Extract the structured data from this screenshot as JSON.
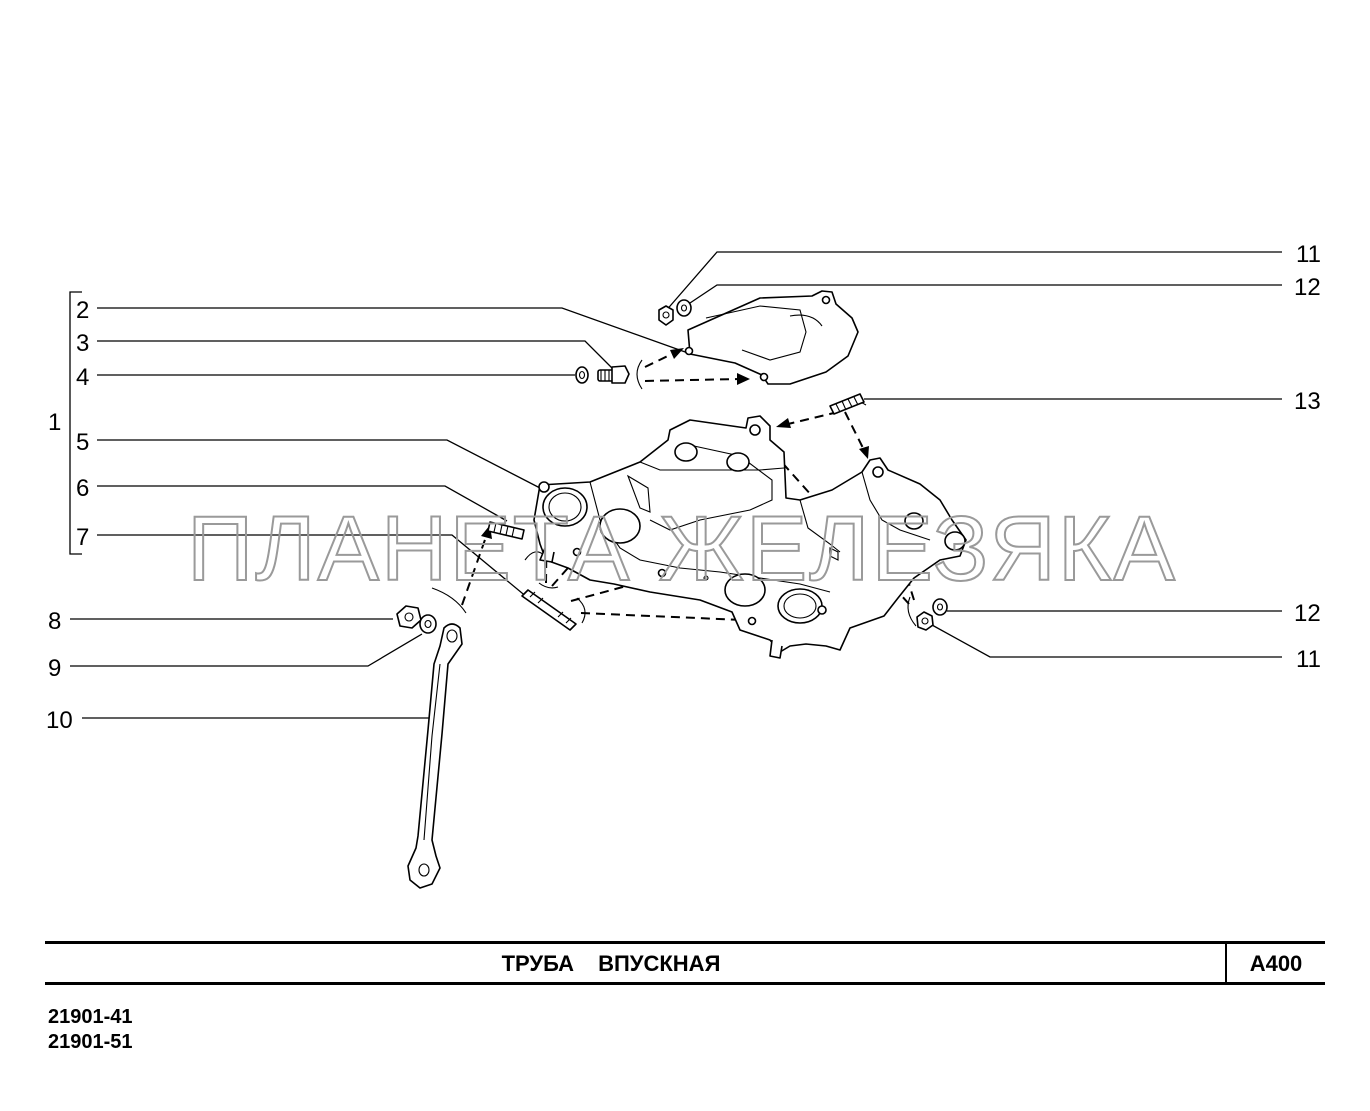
{
  "callouts": {
    "c1": "1",
    "c2": "2",
    "c3": "3",
    "c4": "4",
    "c5": "5",
    "c6": "6",
    "c7": "7",
    "c8": "8",
    "c9": "9",
    "c10": "10",
    "c11_top": "11",
    "c12_top": "12",
    "c13": "13",
    "c12_bottom": "12",
    "c11_bottom": "11"
  },
  "watermark": "ПЛАНЕТА ЖЕЛЕЗЯКА",
  "title": "ТРУБА   ВПУСКНАЯ",
  "code": "А400",
  "models": [
    "21901-41",
    "21901-51"
  ]
}
